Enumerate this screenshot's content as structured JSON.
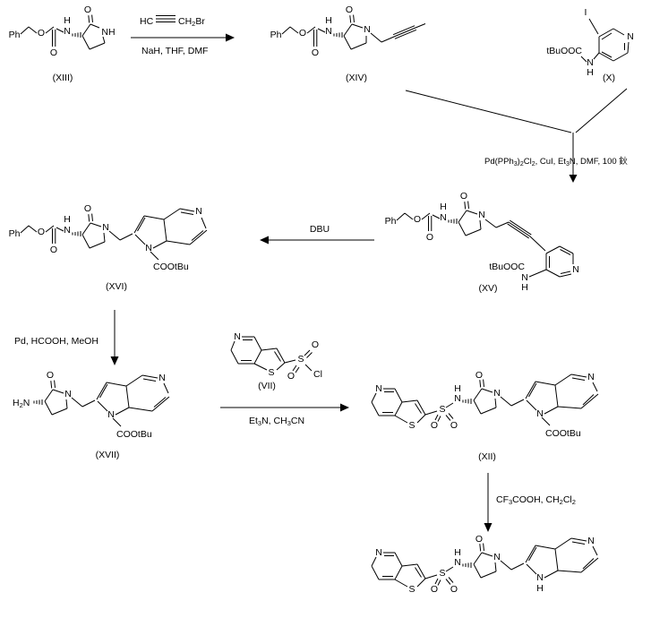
{
  "compounds": {
    "xiii": "(XIII)",
    "xiv": "(XIV)",
    "x": "(X)",
    "xv": "(XV)",
    "xvi": "(XVI)",
    "xvii": "(XVII)",
    "vii": "(VII)",
    "xii": "(XII)"
  },
  "atoms": {
    "O": "O",
    "N": "N",
    "H": "H",
    "NH": "NH",
    "S": "S",
    "Cl": "Cl",
    "I": "I",
    "Ph": "Ph",
    "tBuOOC": "tBuOOC",
    "COOtBu": "COOtBu",
    "HC": "HC"
  },
  "fragments": {
    "ch2br": [
      "CH",
      "2",
      "Br"
    ],
    "h2n": [
      "H",
      "2",
      "N"
    ]
  },
  "reagents": {
    "step1_base": "NaH, THF, DMF",
    "coupling": [
      "Pd(PPh",
      "3",
      ")",
      "2",
      "Cl",
      "2",
      ", CuI, Et",
      "3",
      "N, DMF, 100 鈥"
    ],
    "cyclization": "DBU",
    "hydrogenolysis": "Pd, HCOOH, MeOH",
    "sulfonylation": [
      "Et",
      "3",
      "N, CH",
      "3",
      "CN"
    ],
    "boc_removal": [
      "CF",
      "3",
      "COOH, CH",
      "2",
      "Cl",
      "2"
    ]
  }
}
